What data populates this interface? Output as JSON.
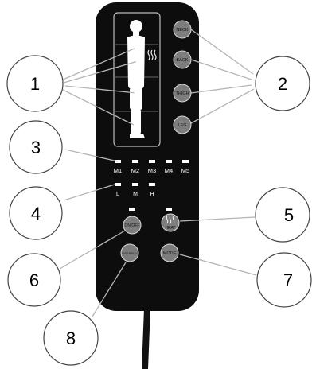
{
  "buttons": {
    "neck": "NECK",
    "back": "BACK",
    "thigh": "THIGH",
    "leg": "LEG",
    "onoff": "ON/OFF",
    "heat": "HEAT",
    "intensity": "INTENSITY",
    "mode": "MODE"
  },
  "memory": [
    "M1",
    "M2",
    "M3",
    "M4",
    "M5"
  ],
  "levels": [
    "L",
    "M",
    "H"
  ],
  "callouts": [
    "1",
    "2",
    "3",
    "4",
    "5",
    "6",
    "7",
    "8"
  ]
}
